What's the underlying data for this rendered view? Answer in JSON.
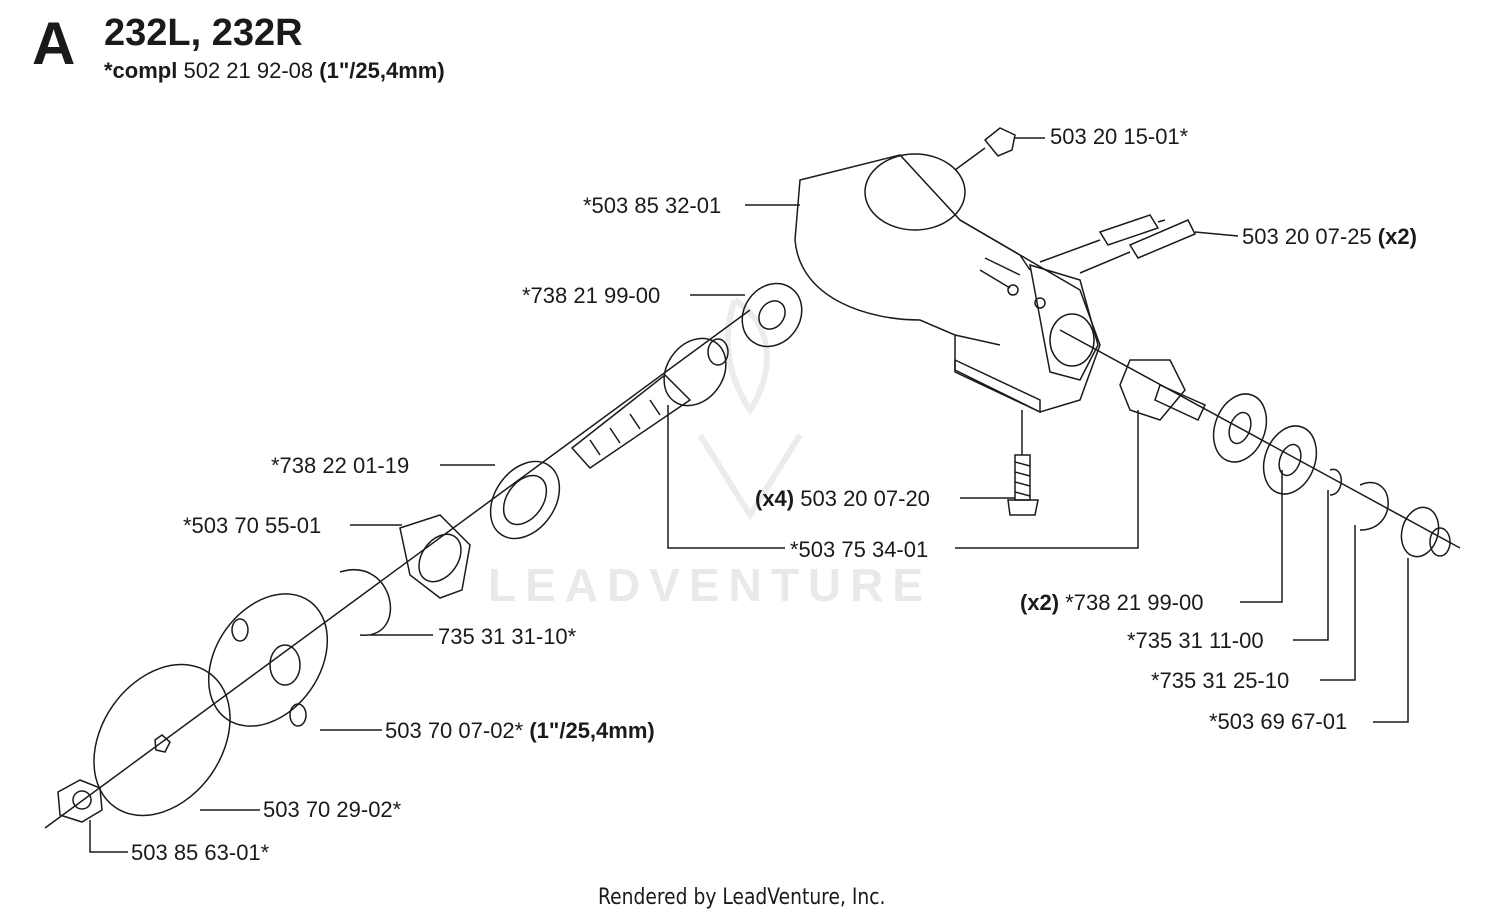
{
  "header": {
    "section_letter": "A",
    "model": "232L, 232R",
    "compl_prefix": "*compl",
    "compl_number": "502 21 92-08",
    "compl_size": "(1\"/25,4mm)"
  },
  "watermark": "LEADVENTURE",
  "footer": "Rendered by LeadVenture, Inc.",
  "parts": [
    {
      "number": "503 20 15-01*",
      "qty": ""
    },
    {
      "number": "*503 85 32-01",
      "qty": ""
    },
    {
      "number": "503 20 07-25",
      "qty": "(x2)"
    },
    {
      "number": "*738 21 99-00",
      "qty": ""
    },
    {
      "number": "*738 22 01-19",
      "qty": ""
    },
    {
      "number": "503 20 07-20",
      "qty": "(x4)"
    },
    {
      "number": "*503 70 55-01",
      "qty": ""
    },
    {
      "number": "*503 75 34-01",
      "qty": ""
    },
    {
      "number": "*738 21 99-00",
      "qty": "(x2)"
    },
    {
      "number": "735 31 31-10*",
      "qty": ""
    },
    {
      "number": "*735 31 11-00",
      "qty": ""
    },
    {
      "number": "*735 31 25-10",
      "qty": ""
    },
    {
      "number": "*503 69 67-01",
      "qty": ""
    },
    {
      "number": "503 70 07-02*",
      "qty": "(1\"/25,4mm)"
    },
    {
      "number": "503 70 29-02*",
      "qty": ""
    },
    {
      "number": "503 85 63-01*",
      "qty": ""
    }
  ],
  "colors": {
    "ink": "#1a1a1a",
    "watermark": "#e9e9e9"
  }
}
